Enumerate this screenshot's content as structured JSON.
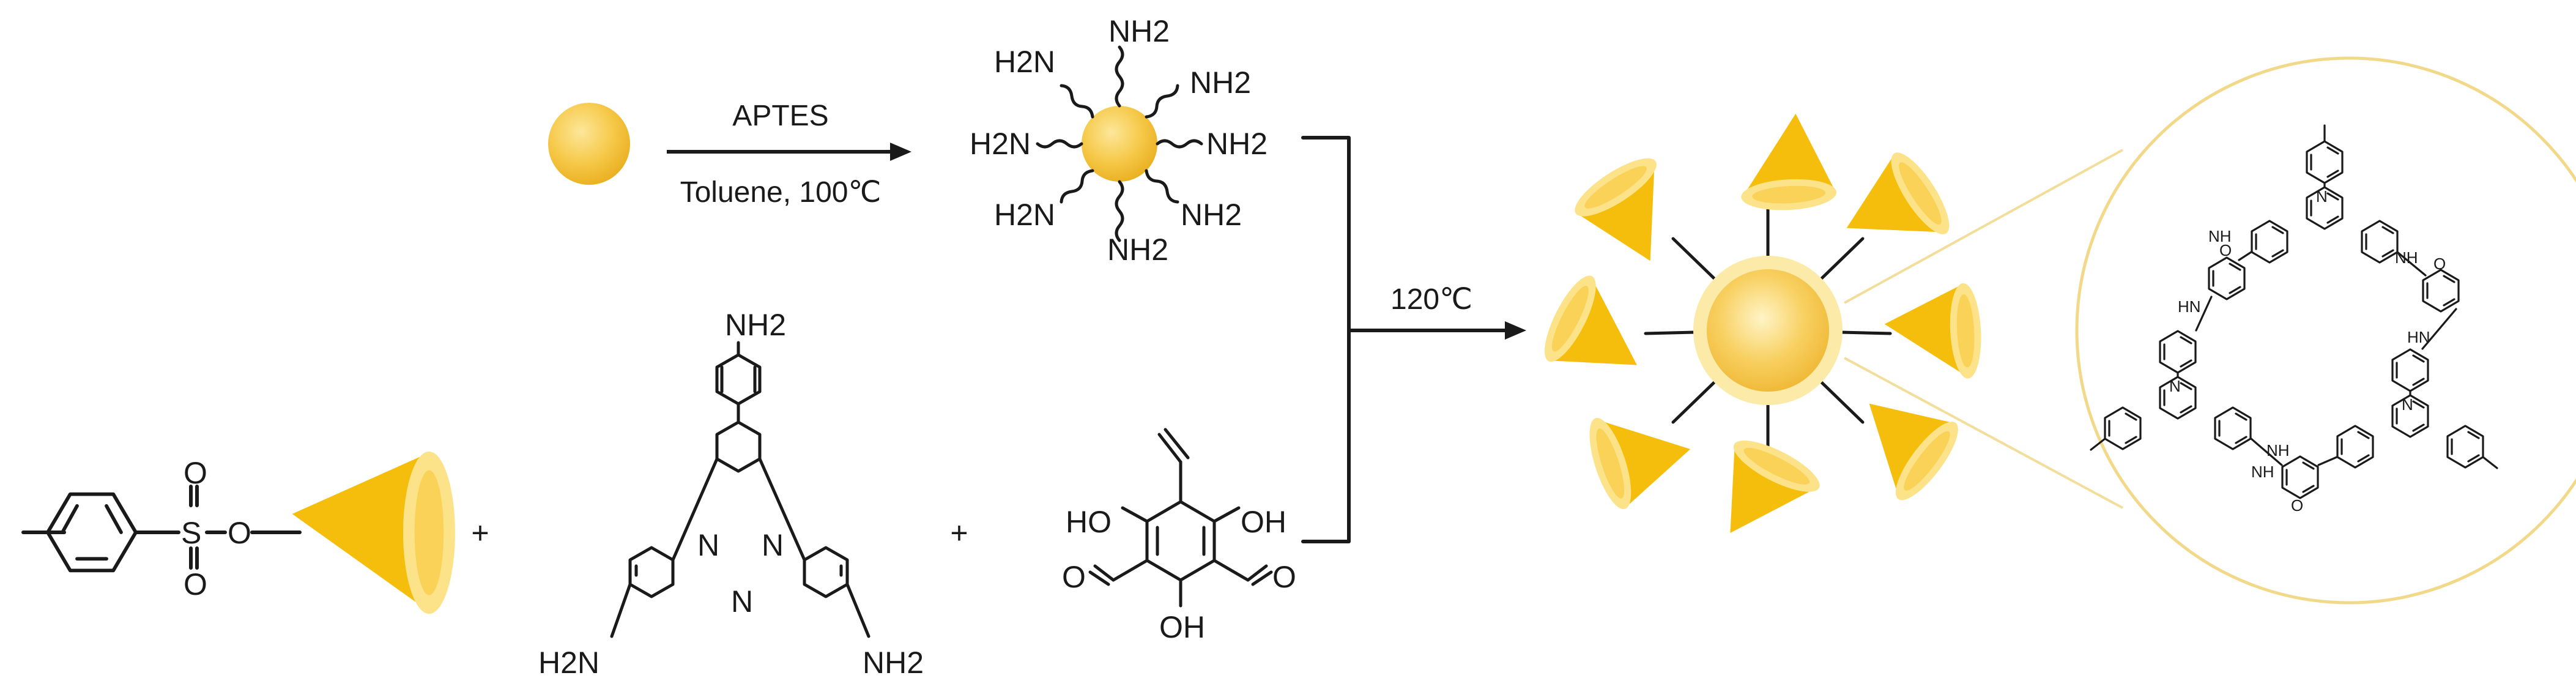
{
  "step1": {
    "reagent": "APTES",
    "conditions": "Toluene, 100℃"
  },
  "step2": {
    "conditions": "120℃"
  },
  "labels": {
    "amine": "NH2",
    "amine_left": "H2N",
    "hydroxyl": "HO",
    "hydroxyl_right": "OH",
    "sulfonyl_o": "O",
    "sulfur": "S",
    "ester_o": "O",
    "ring_n": "N",
    "plus": "+",
    "carbonyl_o": "O",
    "sec_amine": "HN",
    "sec_amine_right": "NH"
  },
  "colors": {
    "gold": "#F2C12E",
    "gold_light": "#FCE38A",
    "gold_dark": "#E8A800",
    "ink": "#1a1a1a",
    "zoom_line": "#F2DE9A"
  },
  "icons": [
    "nanoparticle-icon",
    "beta-cyclodextrin-icon",
    "arrow-icon",
    "zoom-circle-icon"
  ]
}
